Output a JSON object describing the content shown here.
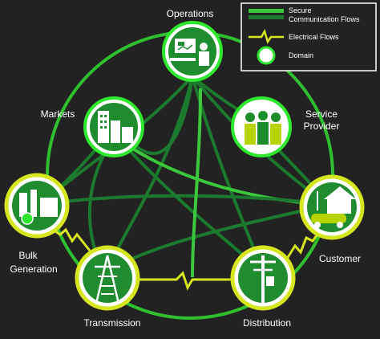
{
  "legend": {
    "secure": [
      "Secure",
      "Communication Flows"
    ],
    "electrical": "Electrical Flows",
    "domain": "Domain"
  },
  "domains": {
    "operations": [
      "Operations"
    ],
    "markets": [
      "Markets"
    ],
    "service_provider": [
      "Service",
      "Provider"
    ],
    "bulk_generation": [
      "Bulk",
      "Generation"
    ],
    "customer": [
      "Customer"
    ],
    "transmission": [
      "Transmission"
    ],
    "distribution": [
      "Distribution"
    ]
  },
  "colors": {
    "background": "#222222",
    "comm_dark": "#1c7a2e",
    "comm_light": "#3cc83c",
    "electrical": "#d6e61e",
    "domain_ring": "#2ee82e",
    "domain_fill": "#ffffff",
    "domain_inner": "#1f8c2f"
  }
}
